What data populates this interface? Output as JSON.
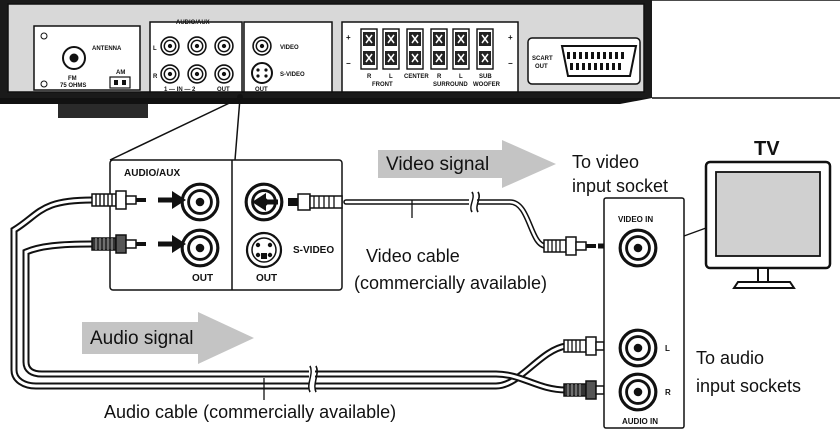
{
  "rear_panel": {
    "antenna": "ANTENNA",
    "fm": "FM",
    "fm_ohms": "75 OHMS",
    "am": "AM",
    "audio_aux": "AUDIO/AUX",
    "ch_l": "L",
    "ch_r": "R",
    "in_range": "1 — IN — 2",
    "out": "OUT",
    "video": "VIDEO",
    "s_video": "S-VIDEO",
    "sv_out": "OUT",
    "front_r": "R",
    "front_l": "L",
    "front": "FRONT",
    "center": "CENTER",
    "sur_r": "R",
    "sur_l": "L",
    "surround": "SURROUND",
    "sub": "SUB",
    "woofer": "WOOFER",
    "scart": "SCART",
    "scart_out": "OUT",
    "plus": "+",
    "minus": "−"
  },
  "zoom": {
    "audio_aux": "AUDIO/AUX",
    "out": "OUT",
    "s_video": "S-VIDEO",
    "sv_out": "OUT"
  },
  "tv": {
    "title": "TV",
    "video_in": "VIDEO IN",
    "l": "L",
    "r": "R",
    "audio_in": "AUDIO IN"
  },
  "labels": {
    "video_signal": "Video signal",
    "audio_signal": "Audio signal",
    "to_video_1": "To video",
    "to_video_2": "input socket",
    "video_cable_1": "Video cable",
    "video_cable_2": "(commercially available)",
    "to_audio_1": "To audio",
    "to_audio_2": "input sockets",
    "audio_cable": "Audio cable (commercially available)"
  }
}
